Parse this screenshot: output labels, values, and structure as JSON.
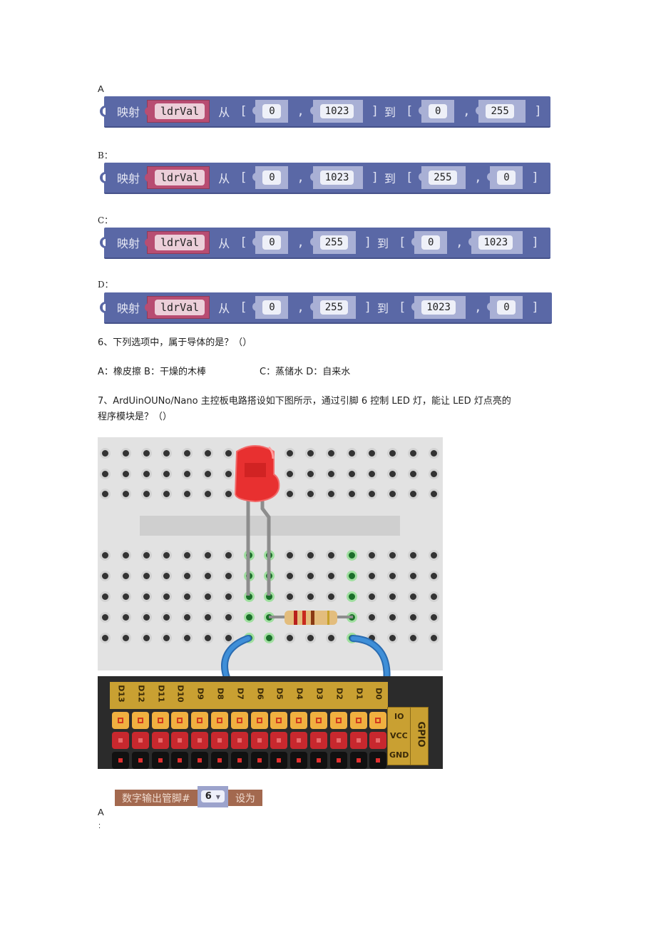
{
  "options_q5": [
    {
      "label": "A",
      "keyword": "映射",
      "variable": "ldrVal",
      "from_word": "从",
      "to_word": "到",
      "from": [
        "0",
        "1023"
      ],
      "to": [
        "0",
        "255"
      ]
    },
    {
      "label": "B：",
      "keyword": "映射",
      "variable": "ldrVal",
      "from_word": "从",
      "to_word": "到",
      "from": [
        "0",
        "1023"
      ],
      "to": [
        "255",
        "0"
      ]
    },
    {
      "label": "C：",
      "keyword": "映射",
      "variable": "ldrVal",
      "from_word": "从",
      "to_word": "到",
      "from": [
        "0",
        "255"
      ],
      "to": [
        "0",
        "1023"
      ]
    },
    {
      "label": "D：",
      "keyword": "映射",
      "variable": "ldrVal",
      "from_word": "从",
      "to_word": "到",
      "from": [
        "0",
        "255"
      ],
      "to": [
        "1023",
        "0"
      ]
    }
  ],
  "brackets": {
    "open": "[",
    "close": "]",
    "comma": ","
  },
  "q6": {
    "question": "6、下列选项中，属于导体的是？（）",
    "options_left": "A：橡皮擦 B：干燥的木棒",
    "options_right": "C：蒸储水 D：自来水"
  },
  "q7": {
    "question_line1": "7、ArdUinOUNo/Nano 主控板电路搭设如下图所示，通过引脚 6 控制 LED 灯，能让 LED 灯点亮的",
    "question_line2": "程序模块是？（）"
  },
  "diagram": {
    "pin_labels": [
      "D13",
      "D12",
      "D11",
      "D10",
      "D9",
      "D8",
      "D7",
      "D6",
      "D5",
      "D4",
      "D3",
      "D2",
      "D1",
      "D0"
    ],
    "row_labels": [
      "IO",
      "VCC",
      "GND"
    ],
    "header_label": "GPIO",
    "colors": {
      "io": "#f0b040",
      "vcc": "#c8282e",
      "gnd": "#111111",
      "wire": "#3a86d0",
      "led": "#e83030"
    }
  },
  "answer_a": {
    "label": "A",
    "colon": ":",
    "block_text": "数字输出管脚#",
    "pin_value": "6",
    "suffix": "设为"
  }
}
